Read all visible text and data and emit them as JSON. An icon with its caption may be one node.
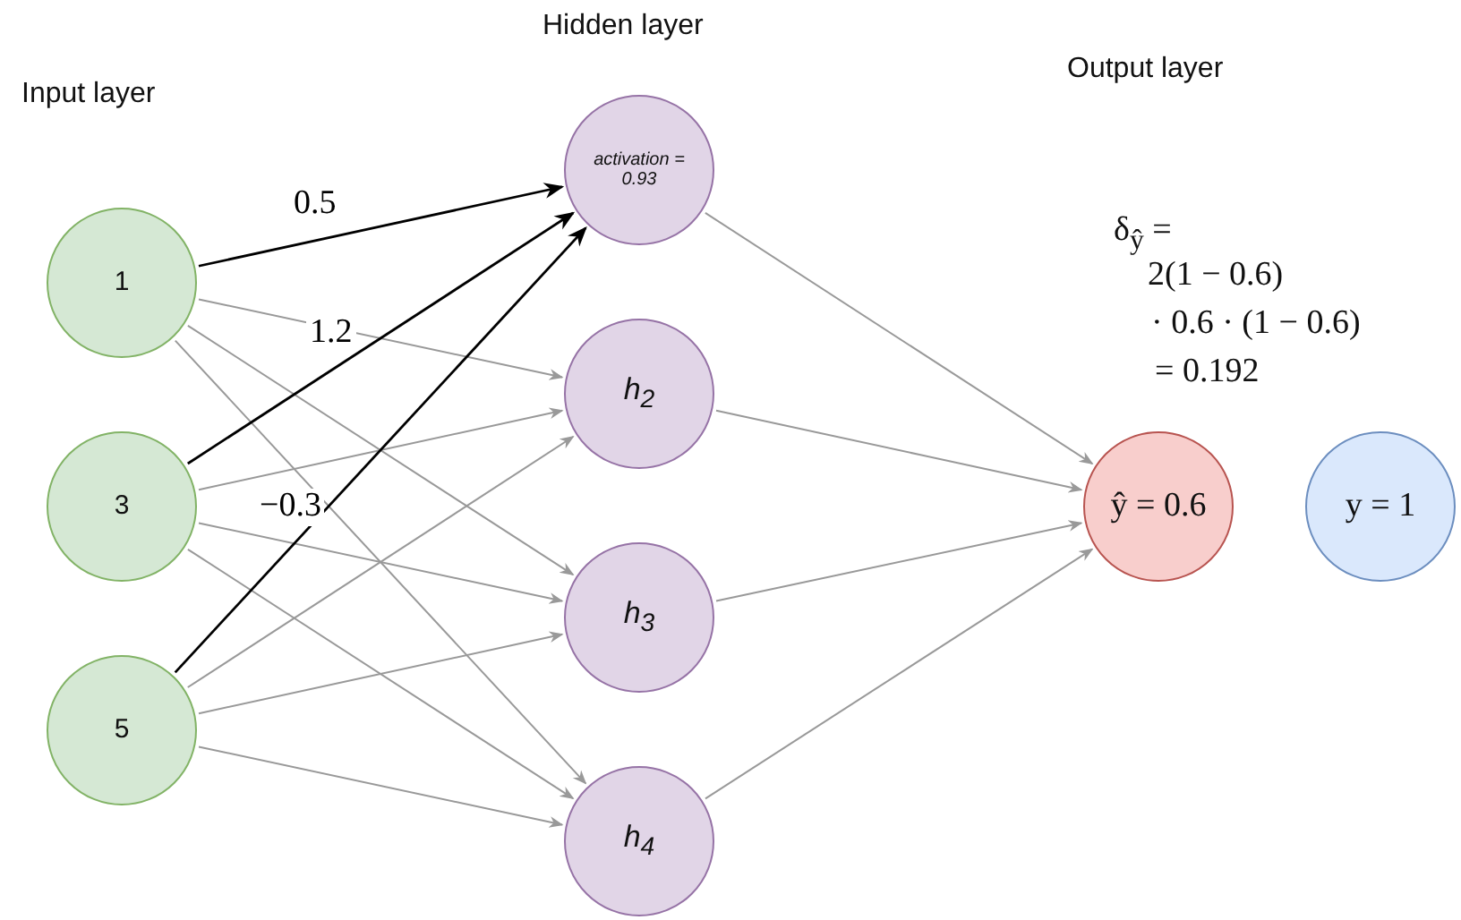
{
  "diagram": {
    "nodes": [
      {
        "text": [
          "1"
        ]
      },
      {
        "text": [
          "3"
        ]
      },
      {
        "text": [
          "5"
        ]
      },
      {
        "text": [
          "activation = 0.93"
        ]
      },
      {
        "text": [
          "h$_{2}$"
        ]
      },
      {
        "text": [
          "h$_{3}$"
        ]
      },
      {
        "text": [
          "h$_{4}$"
        ]
      },
      {
        "text": [
          "ŷ = 0.6"
        ]
      },
      {
        "text": [
          "y = 1"
        ]
      }
    ],
    "edges": [
      {
        "from": 0,
        "to": 3,
        "arrow": "to",
        "label": "0.5",
        "color": "#000000"
      },
      {
        "from": 0,
        "to": 4,
        "arrow": "to"
      },
      {
        "from": 0,
        "to": 5,
        "arrow": "to"
      },
      {
        "from": 0,
        "to": 6,
        "arrow": "to"
      },
      {
        "from": 1,
        "to": 3,
        "arrow": "to",
        "label": "1.2",
        "color": "#000000"
      },
      {
        "from": 1,
        "to": 4,
        "arrow": "to"
      },
      {
        "from": 1,
        "to": 5,
        "arrow": "to"
      },
      {
        "from": 1,
        "to": 6,
        "arrow": "to"
      },
      {
        "from": 2,
        "to": 3,
        "arrow": "to",
        "label": "−0.3",
        "color": "#000000"
      },
      {
        "from": 2,
        "to": 4,
        "arrow": "to"
      },
      {
        "from": 2,
        "to": 5,
        "arrow": "to"
      },
      {
        "from": 2,
        "to": 6,
        "arrow": "to"
      },
      {
        "from": 3,
        "to": 7,
        "arrow": "to"
      },
      {
        "from": 4,
        "to": 7,
        "arrow": "to"
      },
      {
        "from": 5,
        "to": 7,
        "arrow": "to"
      },
      {
        "from": 6,
        "to": 7,
        "arrow": "to"
      }
    ],
    "labels": [
      "Hidden layer",
      "Input layer",
      "Output layer",
      "δ$_{ŷ}$ =",
      "2(1 − 0.6)",
      "· 0.6 · (1 − 0.6)",
      "= 0.192"
    ]
  }
}
